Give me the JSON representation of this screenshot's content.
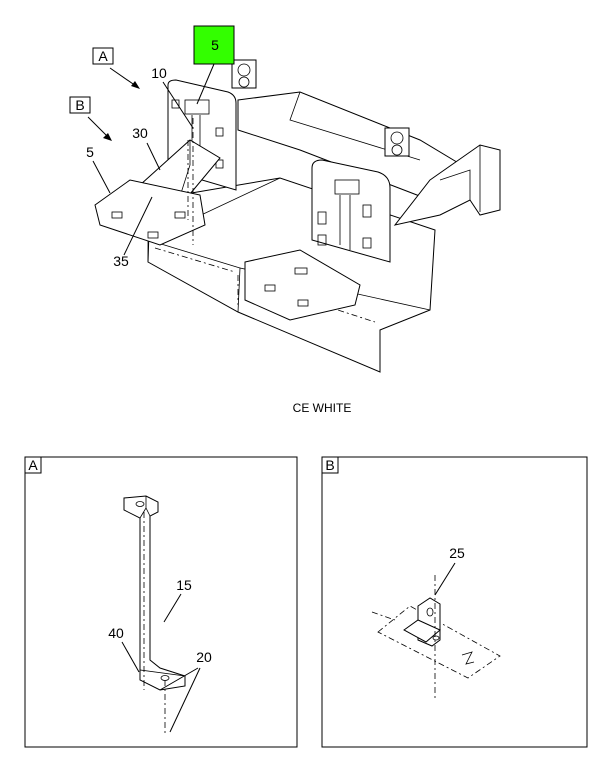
{
  "highlight_color": "#33ff00",
  "main": {
    "caption": "CE WHITE",
    "view_flags": {
      "a": "A",
      "b": "B"
    },
    "callouts": {
      "highlight": "5",
      "c10": "10",
      "c30": "30",
      "c5": "5",
      "c35": "35"
    }
  },
  "detail_a": {
    "tag": "A",
    "callouts": {
      "c15": "15",
      "c40": "40",
      "c20": "20"
    }
  },
  "detail_b": {
    "tag": "B",
    "callouts": {
      "c25": "25"
    }
  }
}
